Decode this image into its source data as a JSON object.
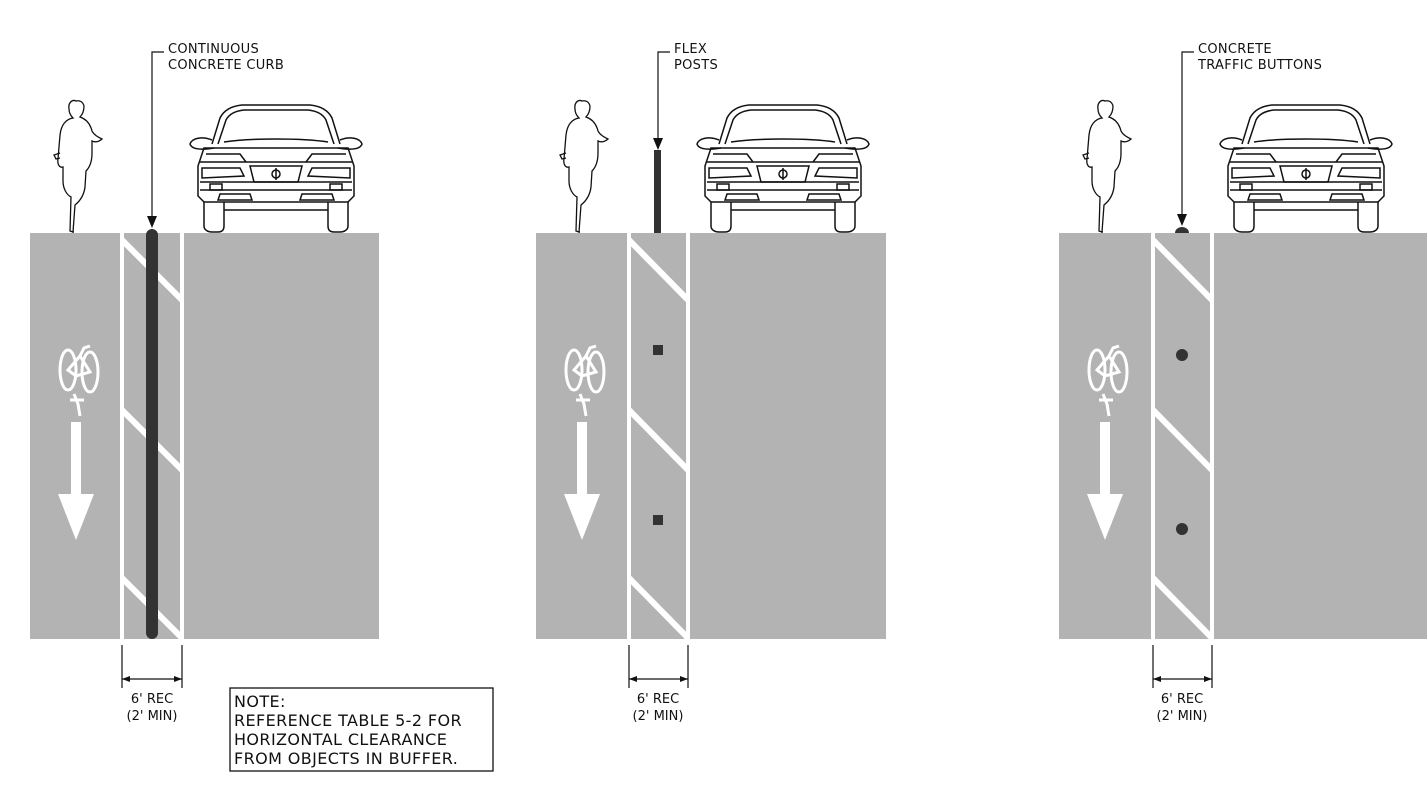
{
  "panels": [
    {
      "id": "curb",
      "label_line1": "CONTINUOUS",
      "label_line2": "CONCRETE CURB",
      "dim_line1": "6' REC",
      "dim_line2": "(2' MIN)"
    },
    {
      "id": "flex",
      "label_line1": "FLEX",
      "label_line2": "POSTS",
      "dim_line1": "6' REC",
      "dim_line2": "(2' MIN)"
    },
    {
      "id": "buttons",
      "label_line1": "CONCRETE",
      "label_line2": "TRAFFIC BUTTONS",
      "dim_line1": "6' REC",
      "dim_line2": "(2' MIN)"
    }
  ],
  "note": {
    "line1": "NOTE:",
    "line2": "REFERENCE TABLE 5-2 FOR",
    "line3": "HORIZONTAL CLEARANCE",
    "line4": "FROM OBJECTS IN BUFFER."
  },
  "colors": {
    "road": "#b3b3b3",
    "marking": "#ffffff",
    "curb": "#333333",
    "ink": "#111111"
  }
}
